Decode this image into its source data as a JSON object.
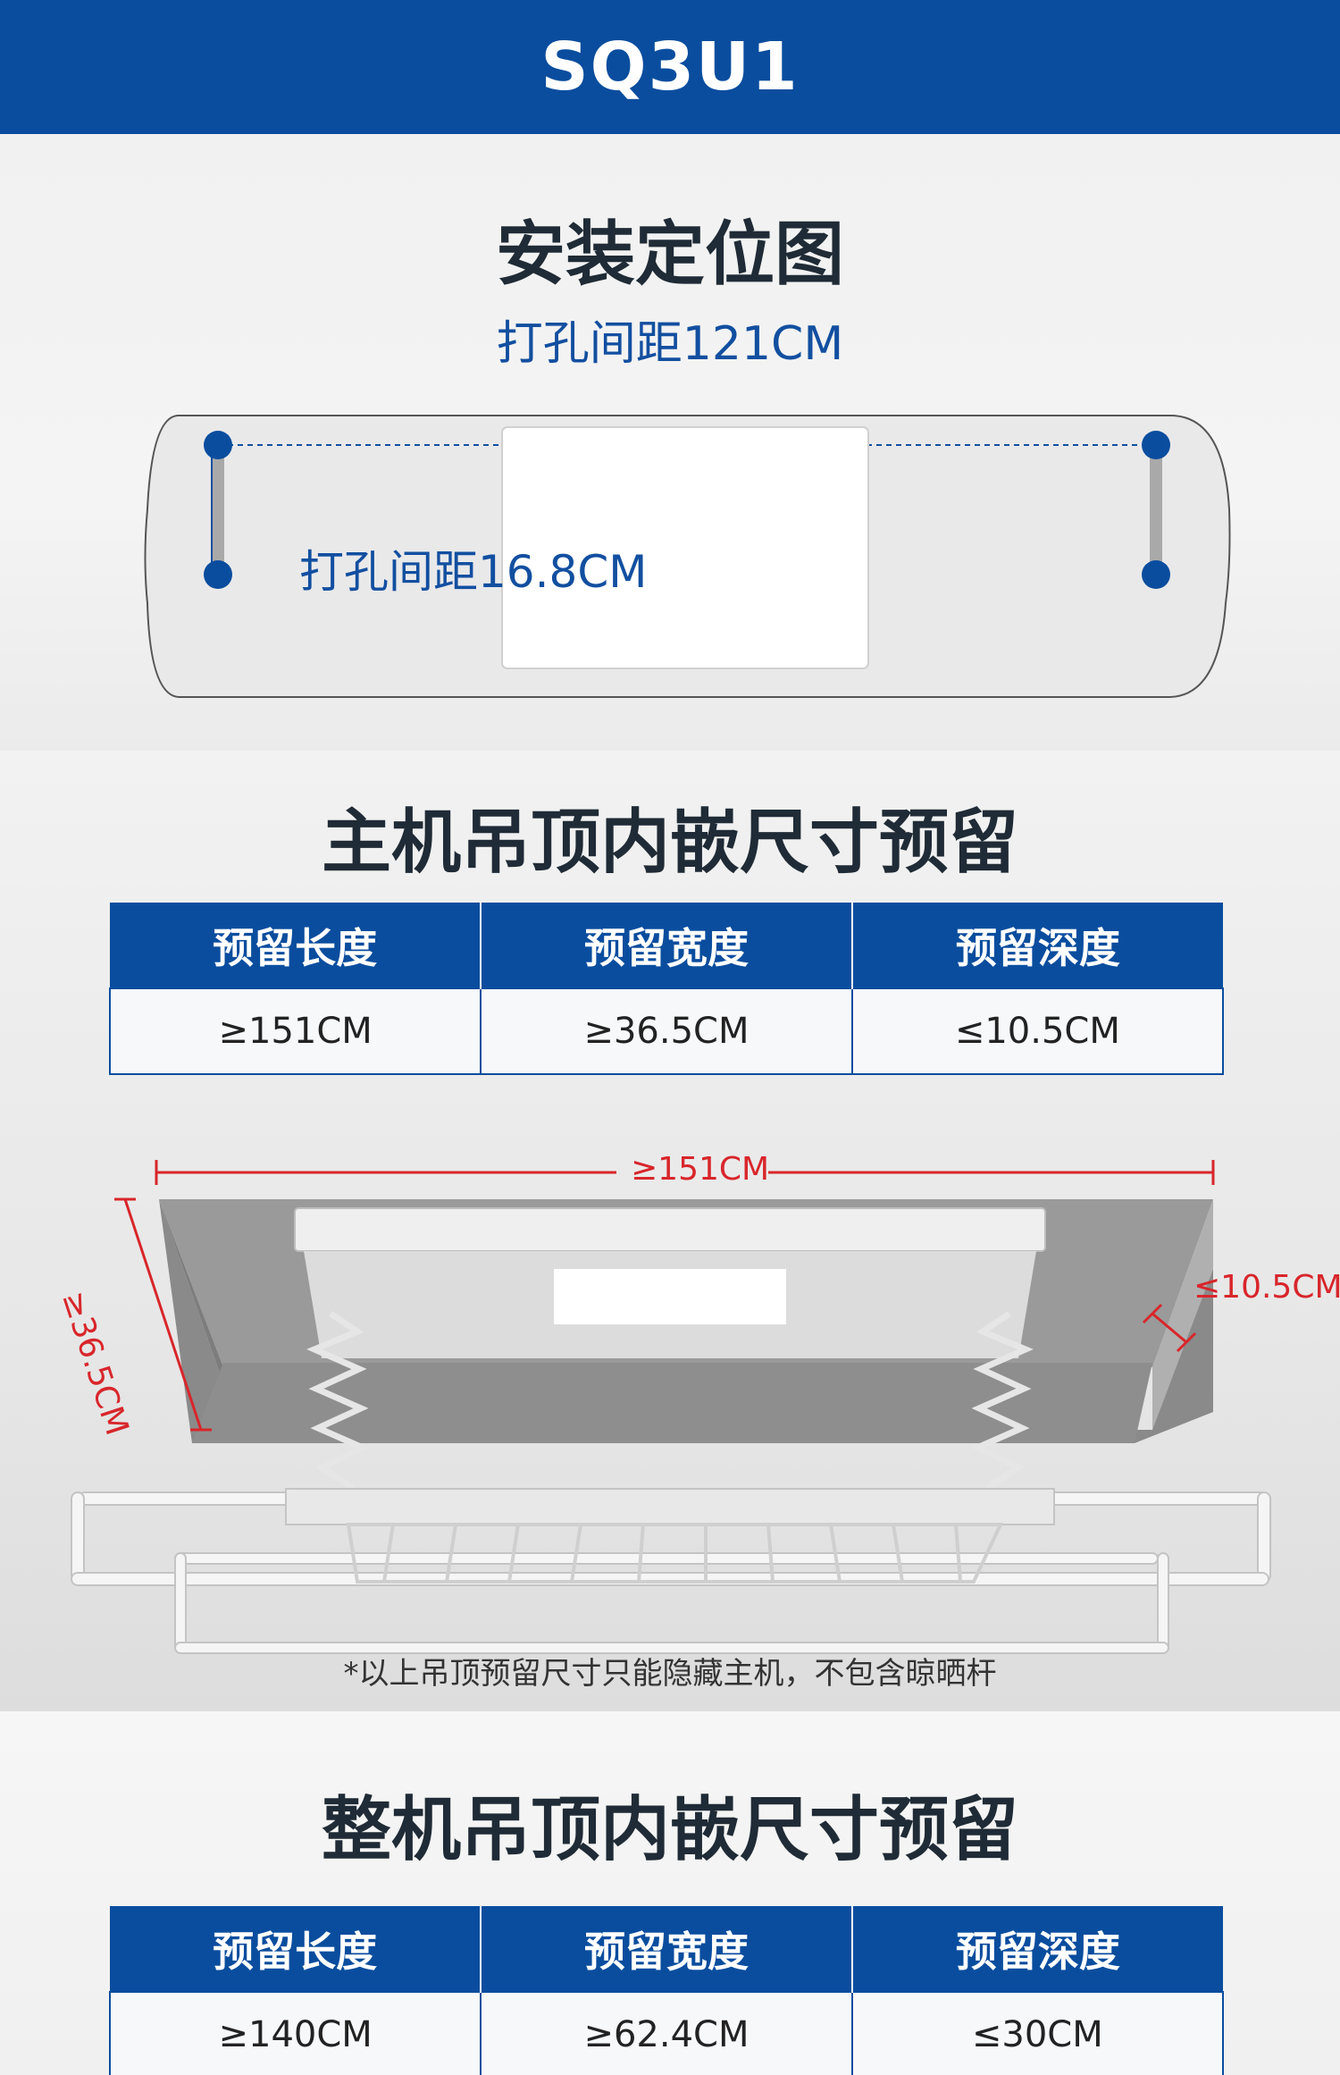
{
  "header": {
    "title": "SQ3U1"
  },
  "install": {
    "title": "安装定位图",
    "hole_spacing_long": "打孔间距121CM",
    "hole_spacing_short": "打孔间距16.8CM"
  },
  "host": {
    "title": "主机吊顶内嵌尺寸预留",
    "headers": [
      "预留长度",
      "预留宽度",
      "预留深度"
    ],
    "values": [
      "≥151CM",
      "≥36.5CM",
      "≤10.5CM"
    ],
    "diagram": {
      "length": "≥151CM",
      "width": "≥36.5CM",
      "depth": "≤10.5CM"
    },
    "note": "*以上吊顶预留尺寸只能隐藏主机，不包含晾晒杆"
  },
  "whole": {
    "title": "整机吊顶内嵌尺寸预留",
    "headers": [
      "预留长度",
      "预留宽度",
      "预留深度"
    ],
    "values": [
      "≥140CM",
      "≥62.4CM",
      "≤30CM"
    ]
  },
  "colors": {
    "brand_blue": "#0a4d9e",
    "dimension_red": "#d8262b"
  }
}
